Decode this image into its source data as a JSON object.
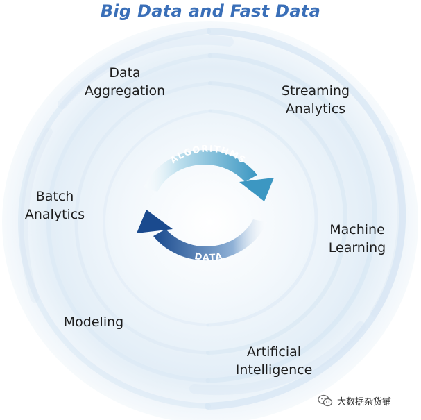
{
  "title": "Big Data and Fast Data",
  "labels": {
    "data_aggregation": [
      "Data",
      "Aggregation"
    ],
    "streaming_analytics": [
      "Streaming",
      "Analytics"
    ],
    "batch_analytics": [
      "Batch",
      "Analytics"
    ],
    "machine_learning": [
      "Machine",
      "Learning"
    ],
    "modeling": [
      "Modeling"
    ],
    "artificial_intelligence": [
      "Artificial",
      "Intelligence"
    ]
  },
  "cycle": {
    "top_arrow_label": "ALGORITHMS",
    "bottom_arrow_label": "DATA"
  },
  "watermark": {
    "text": "大数据杂货铺",
    "icon": "wechat-icon"
  },
  "colors": {
    "title": "#3a6fb8",
    "top_arrow": "#4aa3c8",
    "bottom_arrow": "#1f4f93",
    "label_text": "#1d1d1d"
  }
}
